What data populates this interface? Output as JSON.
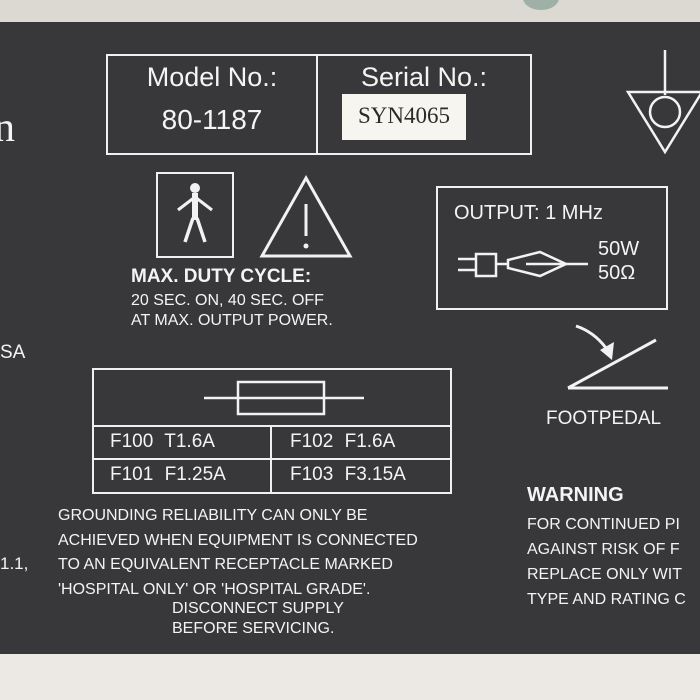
{
  "brand_fragment": "n",
  "left_edge_fragments": [
    "SA",
    "1.1,"
  ],
  "model": {
    "label": "Model No.:",
    "value": "80-1187"
  },
  "serial": {
    "label": "Serial No.:",
    "value": "SYN4065"
  },
  "symbols": [
    "equipotential-ground-icon",
    "bf-patient-part-icon",
    "warning-triangle-icon",
    "rf-output-connector-icon",
    "footpedal-icon",
    "fuse-icon"
  ],
  "duty_cycle": {
    "title": "MAX. DUTY CYCLE:",
    "line1": "20 SEC. ON, 40 SEC. OFF",
    "line2": "AT MAX. OUTPUT POWER."
  },
  "output": {
    "title": "OUTPUT: 1 MHz",
    "power": "50W",
    "impedance": "50Ω"
  },
  "footpedal": {
    "label": "FOOTPEDAL"
  },
  "fuses": [
    {
      "id": "F100",
      "rating": "T1.6A"
    },
    {
      "id": "F102",
      "rating": "F1.6A"
    },
    {
      "id": "F101",
      "rating": "F1.25A"
    },
    {
      "id": "F103",
      "rating": "F3.15A"
    }
  ],
  "grounding": {
    "lines": [
      "GROUNDING RELIABILITY CAN ONLY BE",
      "ACHIEVED WHEN EQUIPMENT IS CONNECTED",
      "TO AN EQUIVALENT RECEPTACLE MARKED",
      "'HOSPITAL ONLY' OR 'HOSPITAL GRADE'."
    ]
  },
  "disconnect": {
    "line1": "DISCONNECT SUPPLY",
    "line2": "BEFORE SERVICING."
  },
  "warning": {
    "title": "WARNING",
    "lines": [
      "FOR CONTINUED PI",
      "AGAINST RISK OF F",
      "REPLACE ONLY WIT",
      "TYPE AND RATING C"
    ]
  },
  "colors": {
    "label_bg": "#38383a",
    "print": "#f4f4f4",
    "sticker": "#f7f5f0",
    "casing": "#e6e2dc"
  }
}
